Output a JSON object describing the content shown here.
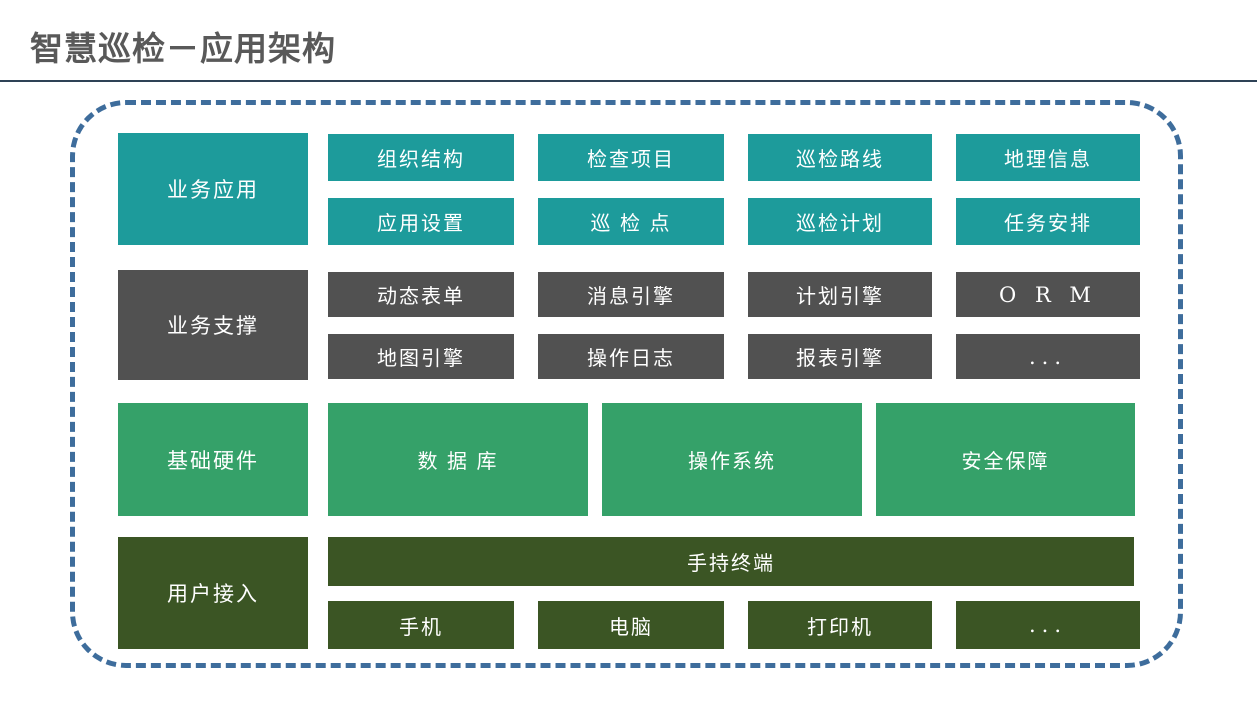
{
  "page": {
    "title": "智慧巡检－应用架构"
  },
  "colors": {
    "apps": "#1D9B9B",
    "support": "#515151",
    "hardware": "#35A169",
    "access": "#3B5524",
    "frame-border": "#3E6D9C",
    "title-text": "#595959",
    "divider": "#2E4256"
  },
  "layers": {
    "apps": {
      "label": "业务应用",
      "row1": [
        "组织结构",
        "检查项目",
        "巡检路线",
        "地理信息"
      ],
      "row2": [
        "应用设置",
        "巡 检 点",
        "巡检计划",
        "任务安排"
      ]
    },
    "support": {
      "label": "业务支撑",
      "row1": [
        "动态表单",
        "消息引擎",
        "计划引擎",
        "O R M"
      ],
      "row2": [
        "地图引擎",
        "操作日志",
        "报表引擎",
        "..."
      ]
    },
    "hardware": {
      "label": "基础硬件",
      "items": [
        "数 据 库",
        "操作系统",
        "安全保障"
      ]
    },
    "access": {
      "label": "用户接入",
      "wide": "手持终端",
      "items": [
        "手机",
        "电脑",
        "打印机",
        "..."
      ]
    }
  }
}
